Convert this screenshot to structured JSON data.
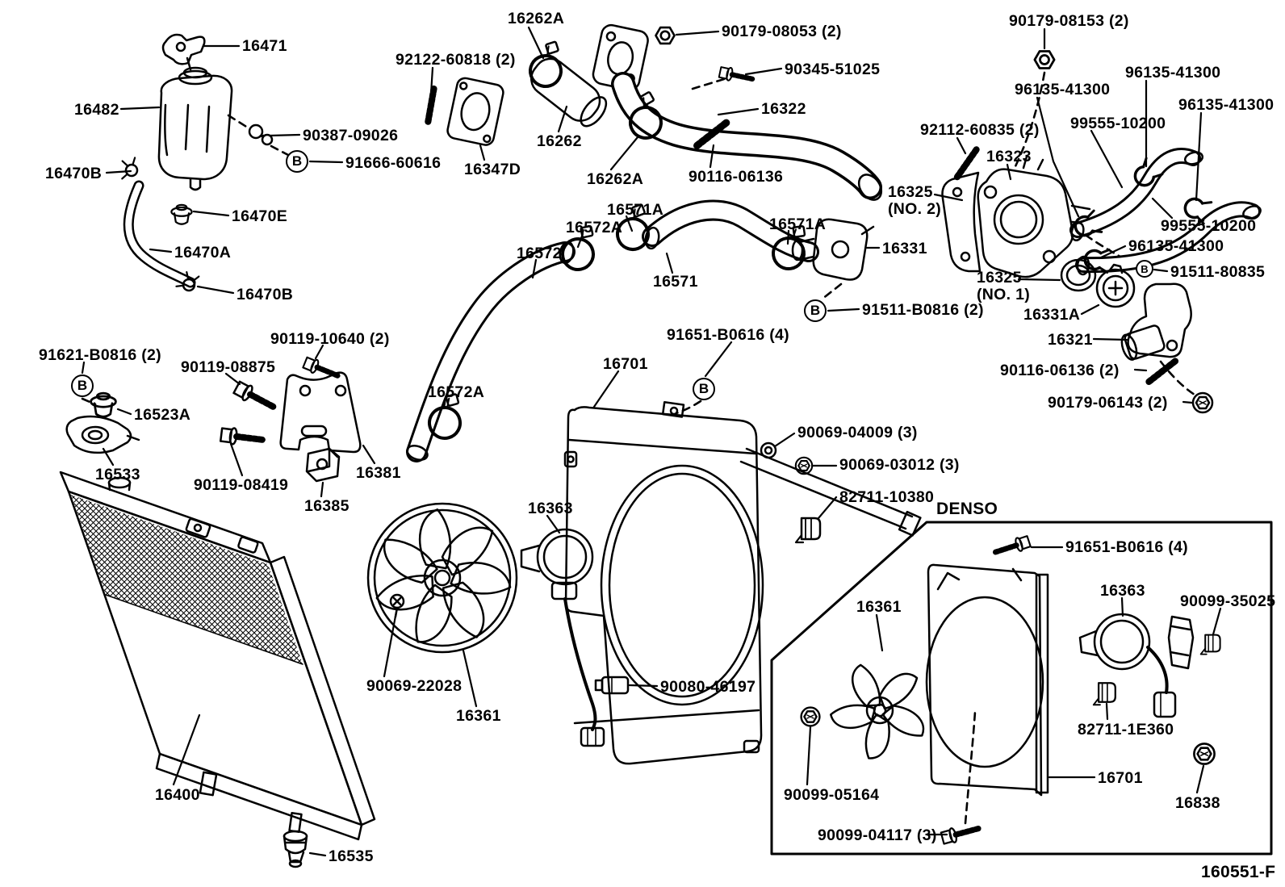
{
  "labels": {
    "p16471": "16471",
    "p16482": "16482",
    "p90387_09026": "90387-09026",
    "p91666_60616": "91666-60616",
    "p16470B_a": "16470B",
    "p16470E": "16470E",
    "p16470A": "16470A",
    "p16470B_b": "16470B",
    "p16262A_a": "16262A",
    "p92122_60818": "92122-60818 (2)",
    "p90179_08053": "90179-08053 (2)",
    "p90345_51025": "90345-51025",
    "p16322": "16322",
    "p16262": "16262",
    "p16347D": "16347D",
    "p16262A_b": "16262A",
    "p90116_06136_a": "90116-06136",
    "p90179_08153": "90179-08153 (2)",
    "p96135_41300_a": "96135-41300",
    "p96135_41300_b": "96135-41300",
    "p96135_41300_c": "96135-41300",
    "p99555_10200_a": "99555-10200",
    "p92112_60835": "92112-60835 (2)",
    "p16323": "16323",
    "p16325_no2": "16325",
    "p16325_no2_sub": "(NO. 2)",
    "p16331": "16331",
    "p99555_10200_b": "99555-10200",
    "p96135_41300_d": "96135-41300",
    "p91511_80835": "91511-80835",
    "p16325_no1": "16325",
    "p16325_no1_sub": "(NO. 1)",
    "p16331A": "16331A",
    "p91511_B0816": "91511-B0816 (2)",
    "p16321": "16321",
    "p90116_06136_b": "90116-06136 (2)",
    "p90179_06143": "90179-06143 (2)",
    "p16571A_a": "16571A",
    "p16572A_a": "16572A",
    "p16572": "16572",
    "p16571": "16571",
    "p16571A_b": "16571A",
    "p91651_B0616_a": "91651-B0616 (4)",
    "p16701_a": "16701",
    "p91621_B0816": "91621-B0816 (2)",
    "p90119_10640": "90119-10640 (2)",
    "p90119_08875": "90119-08875",
    "p16523A": "16523A",
    "p16533": "16533",
    "p90119_08419": "90119-08419",
    "p16381": "16381",
    "p16385": "16385",
    "p16572A_b": "16572A",
    "p16363_a": "16363",
    "p90069_04009": "90069-04009 (3)",
    "p90069_03012": "90069-03012 (3)",
    "p82711_10380": "82711-10380",
    "p90069_22028": "90069-22028",
    "p16361_a": "16361",
    "p90080_46197": "90080-46197",
    "p16400": "16400",
    "p16535": "16535",
    "p91651_B0616_b": "91651-B0616 (4)",
    "p16361_b": "16361",
    "p16363_b": "16363",
    "p90099_35025": "90099-35025",
    "p82711_1E360": "82711-1E360",
    "p16701_b": "16701",
    "p16838": "16838",
    "p90099_05164": "90099-05164",
    "p90099_04117": "90099-04117 (3)",
    "vendor": "DENSO",
    "sheet_code": "160551-F",
    "b_marker": "B"
  }
}
